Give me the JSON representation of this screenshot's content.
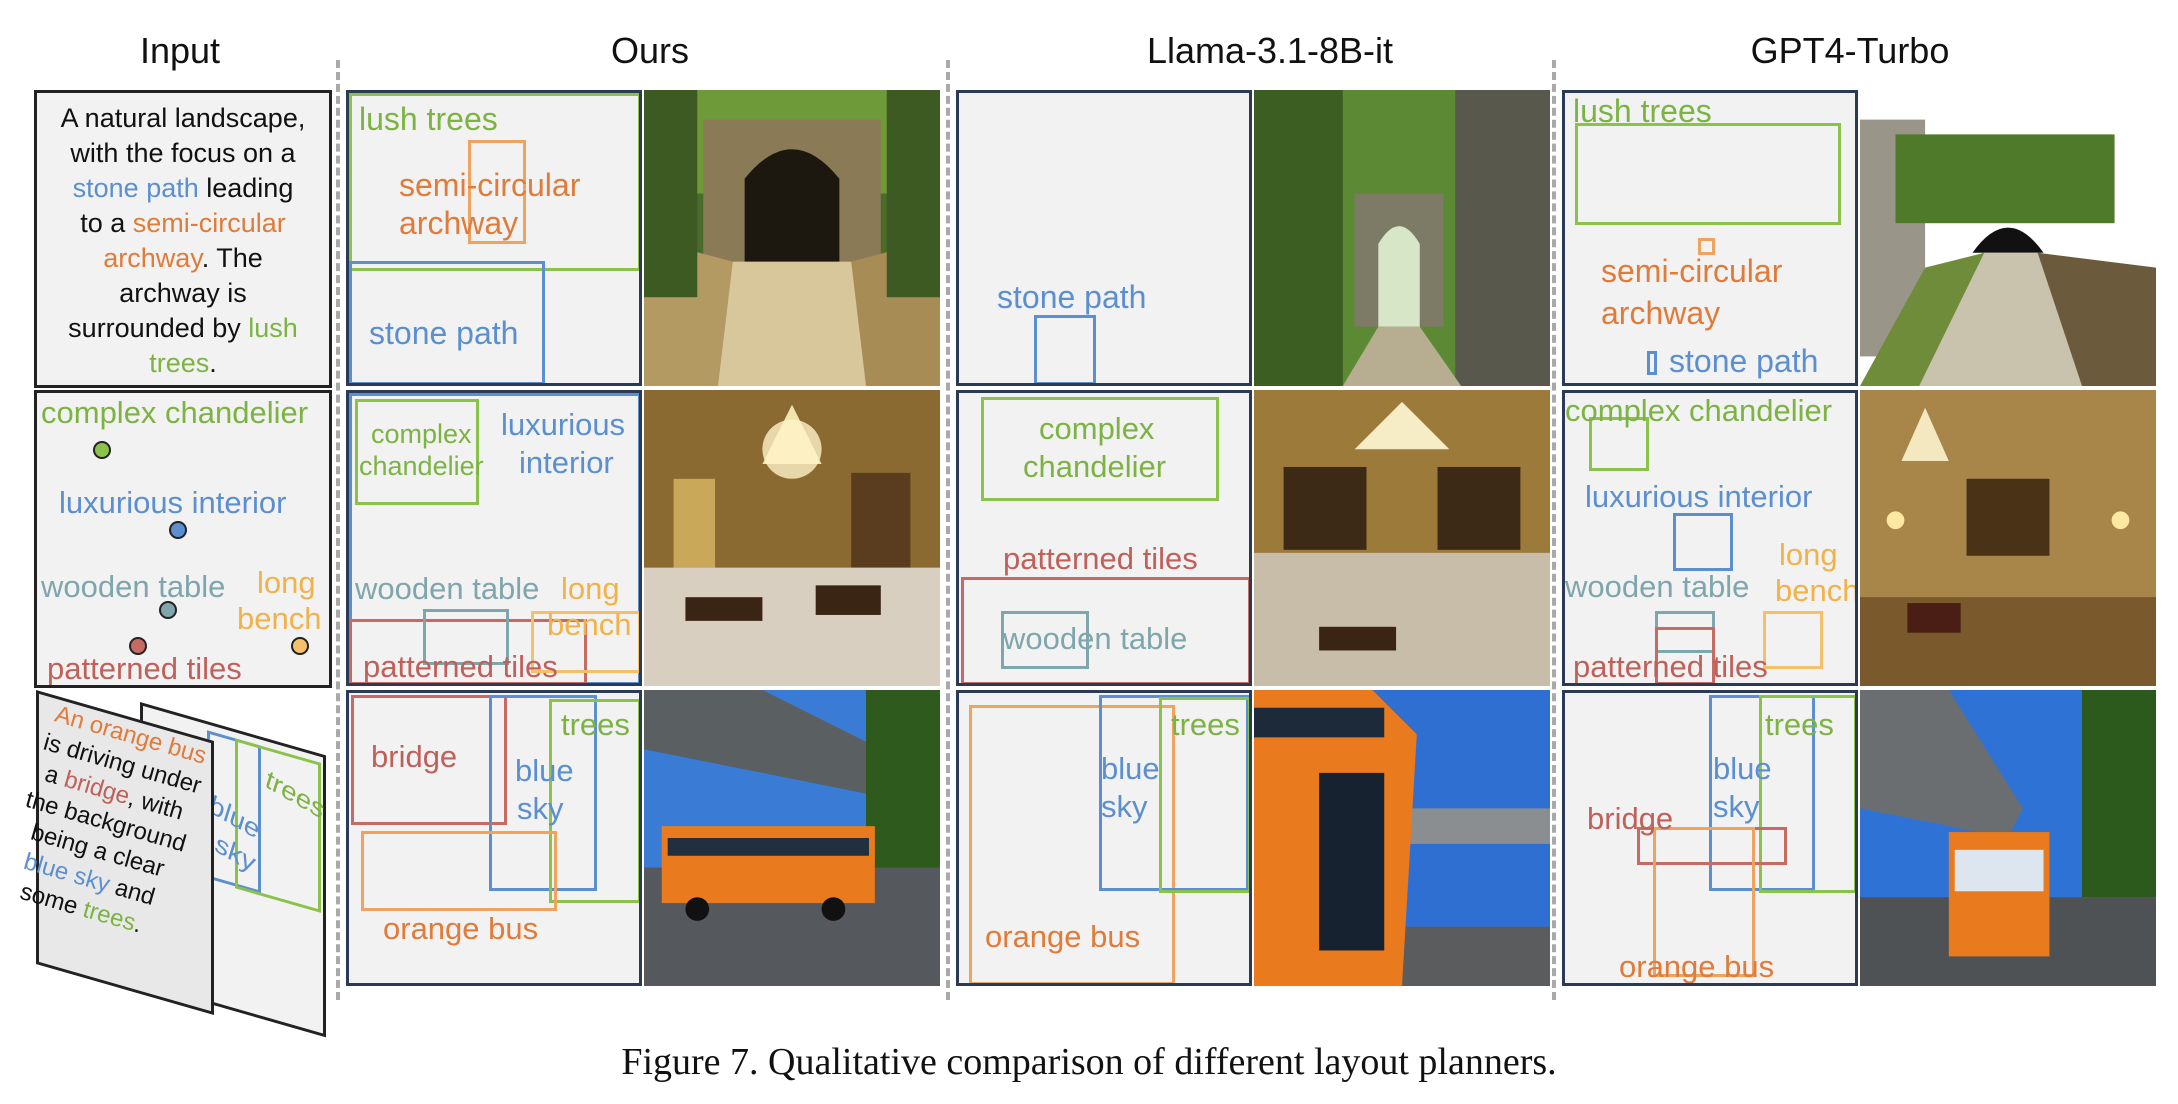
{
  "headers": {
    "input": "Input",
    "ours": "Ours",
    "llama": "Llama-3.1-8B-it",
    "gpt": "GPT4-Turbo"
  },
  "caption": "Figure 7. Qualitative comparison of different layout planners.",
  "row1": {
    "prompt": {
      "p1": "A natural landscape,",
      "p2": "with the focus on a",
      "stone_path": "stone path",
      "p3": " leading",
      "p4": "to a ",
      "semi": "semi-circular",
      "arch": "archway",
      "p5": ". The",
      "p6": "archway is",
      "p7": "surrounded by ",
      "lush": "lush",
      "trees": "trees",
      "p8": "."
    },
    "labels": {
      "lush_trees": "lush trees",
      "semi_circular": "semi-circular",
      "archway": "archway",
      "stone_path": "stone path"
    }
  },
  "row2": {
    "labels": {
      "complex_chandelier": "complex chandelier",
      "complex": "complex",
      "chandelier": "chandelier",
      "luxurious_interior": "luxurious interior",
      "luxurious": "luxurious",
      "interior": "interior",
      "wooden_table": "wooden table",
      "long": "long",
      "bench": "bench",
      "patterned_tiles": "patterned tiles"
    }
  },
  "row3": {
    "prompt": {
      "an_orange_bus": "An orange bus",
      "l2": "is driving under",
      "a": "a ",
      "bridge": "bridge",
      "with": ", with",
      "l4": "the background",
      "l5": "being a clear",
      "blue_sky": "blue sky",
      "and": " and",
      "some": "some ",
      "trees": "trees",
      "dot": "."
    },
    "labels": {
      "trees": "trees",
      "blue": "blue",
      "sky": "sky",
      "bridge": "bridge",
      "orange_bus": "orange bus"
    }
  },
  "colors": {
    "green": "#8bc34a",
    "blue": "#5b8fd0",
    "orange": "#f0a35e",
    "red": "#c66a64",
    "teal": "#7ea6ac",
    "yellow": "#f5c06a",
    "panel_border": "#2b3a55"
  }
}
